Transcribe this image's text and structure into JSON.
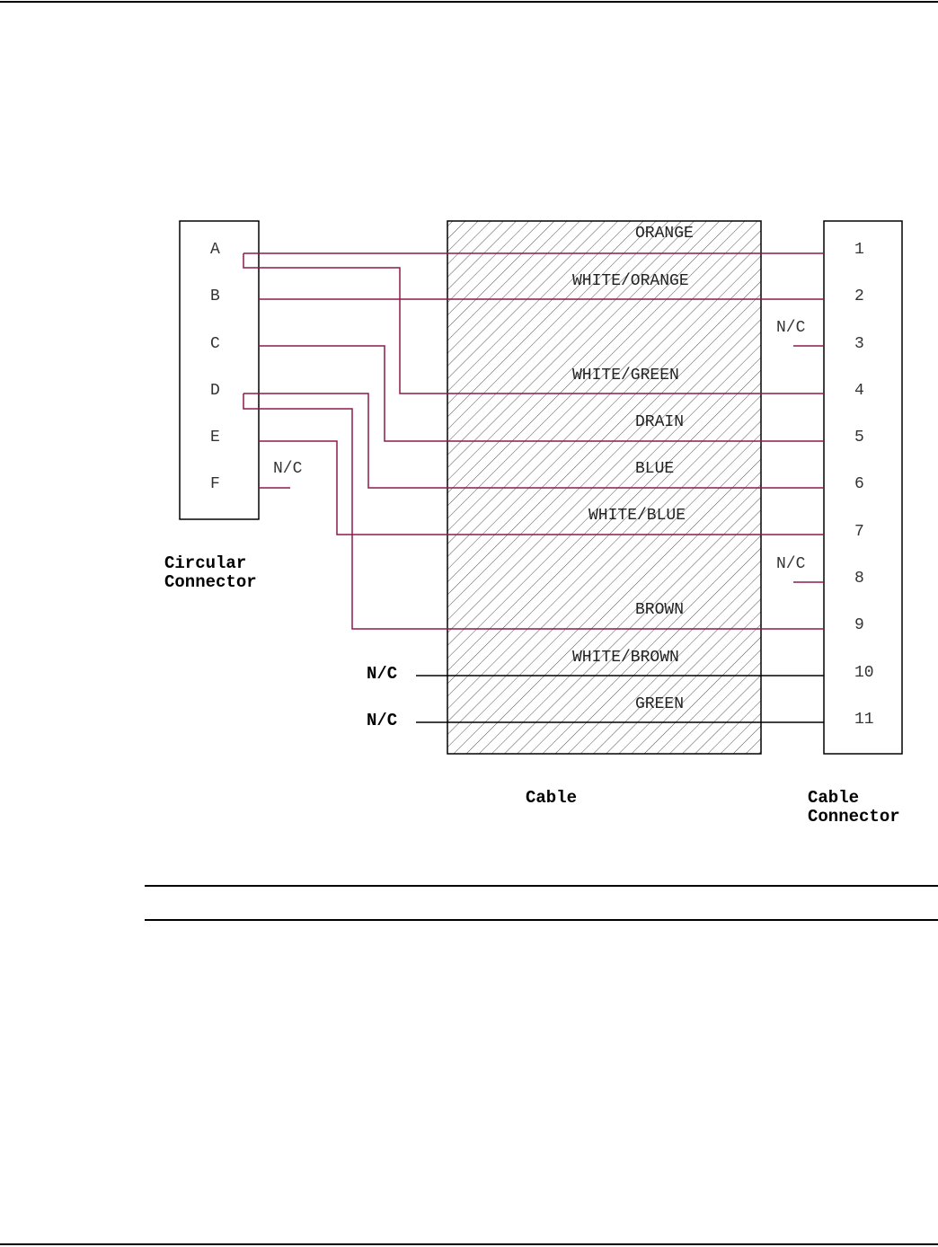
{
  "diagram": {
    "circular_connector": {
      "caption_line1": "Circular",
      "caption_line2": "Connector",
      "pins": [
        "A",
        "B",
        "C",
        "D",
        "E",
        "F"
      ],
      "nc_label": "N/C"
    },
    "cable": {
      "caption": "Cable",
      "wires": [
        {
          "label": "ORANGE",
          "from": "A",
          "to": "1"
        },
        {
          "label": "WHITE/ORANGE",
          "from": "B",
          "to": "2"
        },
        {
          "label": "WHITE/GREEN",
          "from": "A",
          "to": "4"
        },
        {
          "label": "DRAIN",
          "from": "C",
          "to": "5"
        },
        {
          "label": "BLUE",
          "from": "D",
          "to": "6"
        },
        {
          "label": "WHITE/BLUE",
          "from": "E",
          "to": "7"
        },
        {
          "label": "BROWN",
          "from": "D",
          "to": "9"
        },
        {
          "label": "WHITE/BROWN",
          "from": "N/C",
          "to": "10"
        },
        {
          "label": "GREEN",
          "from": "N/C",
          "to": "11"
        }
      ]
    },
    "cable_connector": {
      "caption_line1": "Cable",
      "caption_line2": "Connector",
      "pins": [
        "1",
        "2",
        "3",
        "4",
        "5",
        "6",
        "7",
        "8",
        "9",
        "10",
        "11"
      ],
      "nc_label": "N/C"
    },
    "left_nc_label": "N/C",
    "colors": {
      "signal_wire": "#8b1a4a",
      "unconnected_wire": "#000000"
    }
  }
}
